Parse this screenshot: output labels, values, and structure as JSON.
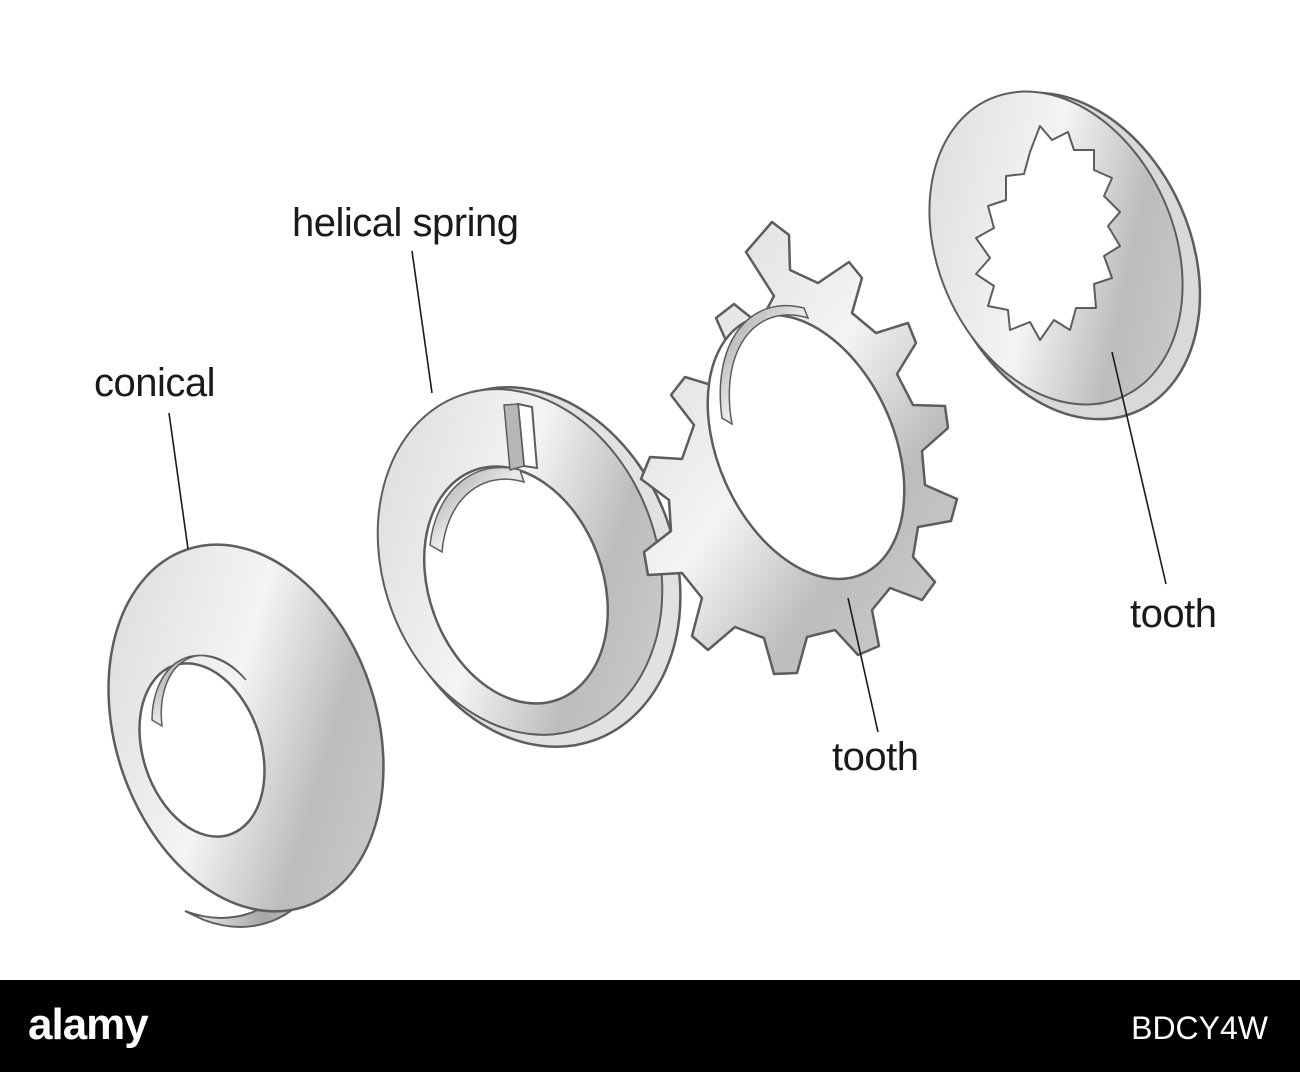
{
  "labels": {
    "conical": "conical",
    "helical_spring": "helical spring",
    "tooth_external": "tooth",
    "tooth_internal": "tooth"
  },
  "footer": {
    "logo": "alamy",
    "stock_id": "BDCY4W"
  },
  "colors": {
    "metal_light": "#f2f2f3",
    "metal_mid": "#c9c7c9",
    "metal_dark": "#8f8d90",
    "outline": "#5e5c60",
    "footer_bg": "#000000"
  }
}
